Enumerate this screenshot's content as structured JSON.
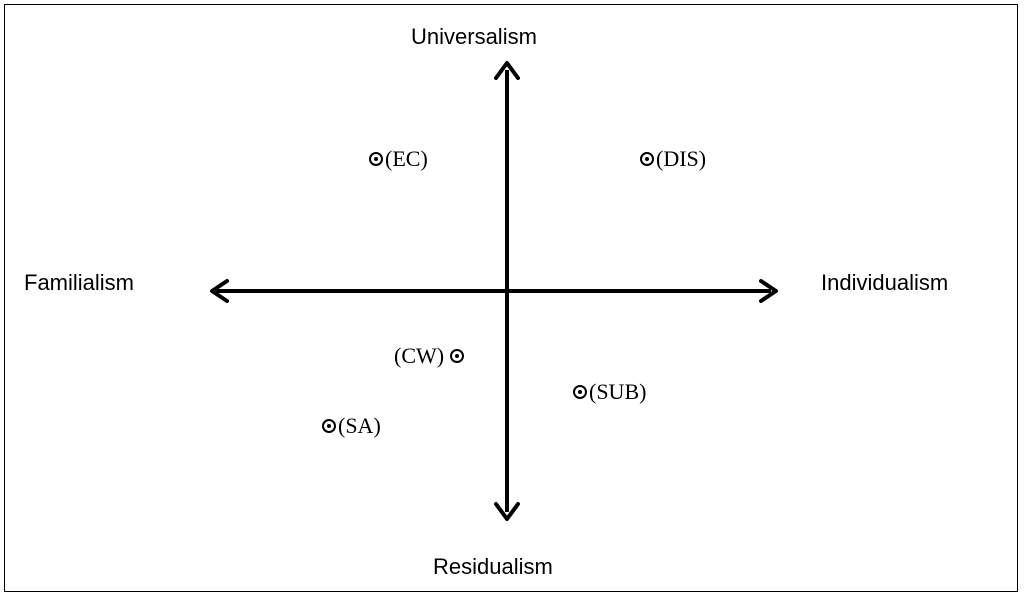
{
  "axes": {
    "top_label": "Universalism",
    "bottom_label": "Residualism",
    "left_label": "Familialism",
    "right_label": "Individualism"
  },
  "points": [
    {
      "id": "ec",
      "label": "(EC)"
    },
    {
      "id": "dis",
      "label": "(DIS)"
    },
    {
      "id": "cw",
      "label": "(CW)"
    },
    {
      "id": "sub",
      "label": "(SUB)"
    },
    {
      "id": "sa",
      "label": "(SA)"
    }
  ],
  "colors": {
    "line": "#000000",
    "background": "#ffffff"
  }
}
